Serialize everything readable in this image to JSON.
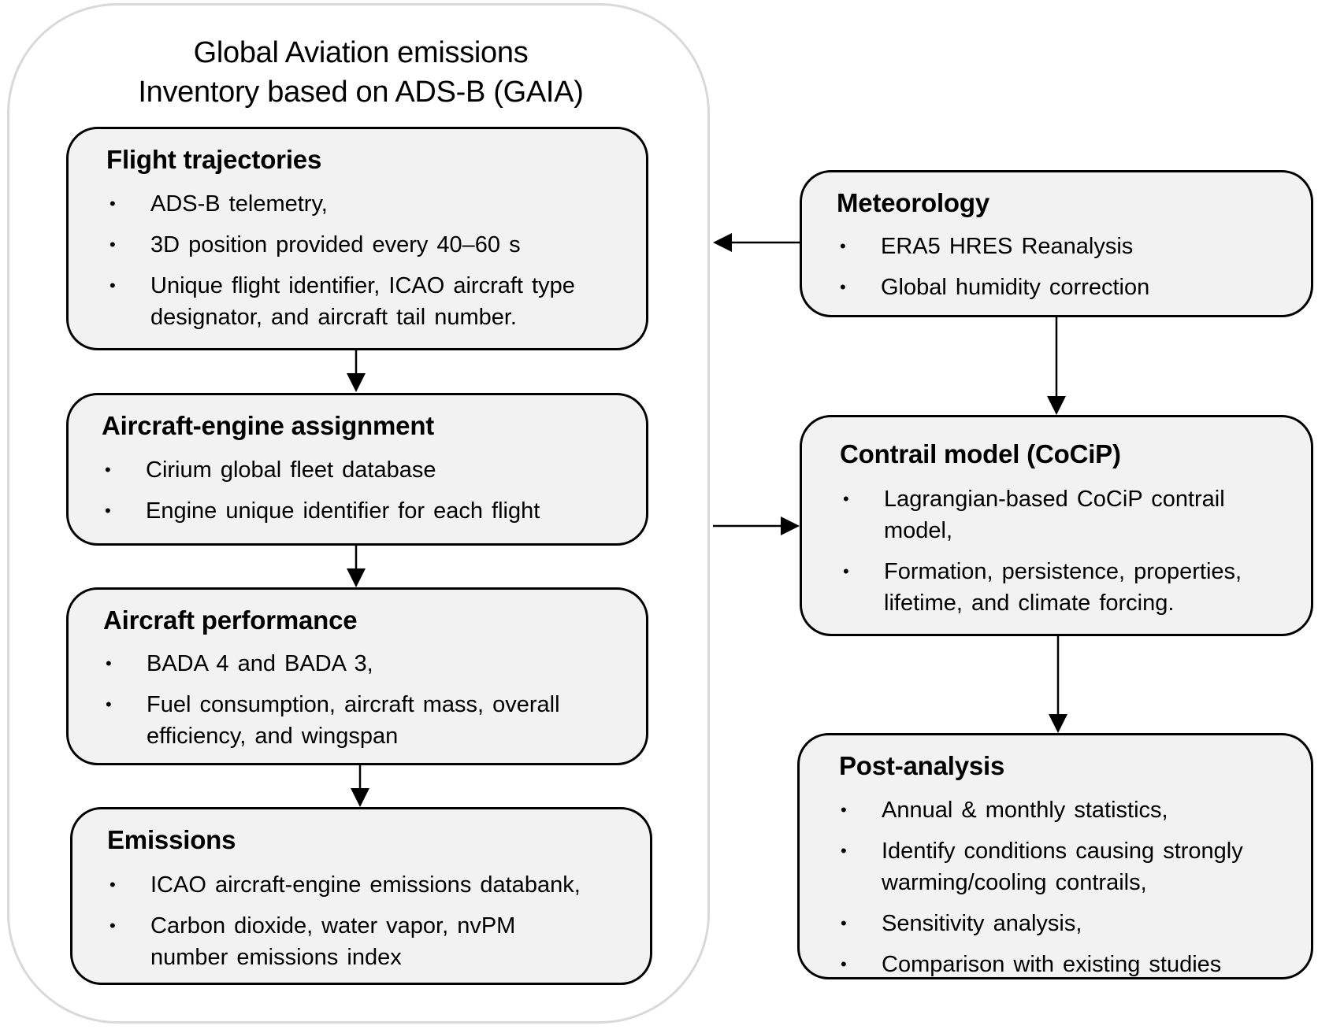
{
  "gaia": {
    "title_line1": "Global Aviation emissions",
    "title_line2": "Inventory based on ADS-B (GAIA)"
  },
  "boxes": {
    "flight": {
      "title": "Flight trajectories",
      "items": [
        "ADS-B telemetry,",
        "3D position provided every 40–60 s",
        "Unique flight identifier, ICAO aircraft type designator, and aircraft tail number."
      ]
    },
    "engine": {
      "title": "Aircraft-engine assignment",
      "items": [
        "Cirium global fleet database",
        "Engine unique identifier for each flight"
      ]
    },
    "performance": {
      "title": "Aircraft performance",
      "items": [
        "BADA 4 and BADA 3,",
        "Fuel consumption, aircraft mass, overall efficiency, and wingspan"
      ]
    },
    "emissions": {
      "title": "Emissions",
      "items": [
        "ICAO aircraft-engine emissions databank,",
        "Carbon dioxide, water vapor, nvPM number emissions index"
      ]
    },
    "meteorology": {
      "title": "Meteorology",
      "items": [
        "ERA5 HRES Reanalysis",
        "Global humidity correction"
      ]
    },
    "contrail": {
      "title": "Contrail model (CoCiP)",
      "items": [
        "Lagrangian-based CoCiP contrail model,",
        "Formation, persistence, properties, lifetime, and climate forcing."
      ]
    },
    "post": {
      "title": "Post-analysis",
      "items": [
        "Annual & monthly statistics,",
        "Identify conditions causing strongly warming/cooling contrails,",
        "Sensitivity analysis,",
        "Comparison with existing studies"
      ]
    }
  },
  "bullet_glyph": "•",
  "colors": {
    "box_fill": "#f2f2f2",
    "box_stroke": "#000000",
    "group_stroke": "#d9d9d9"
  }
}
